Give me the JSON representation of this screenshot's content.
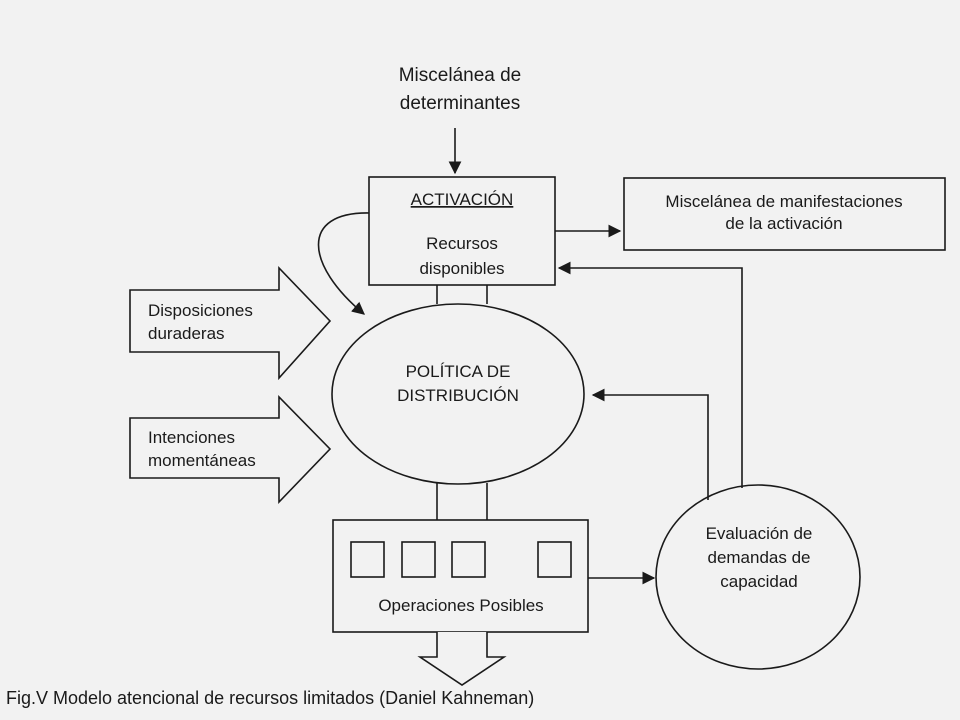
{
  "top_input": {
    "line1": "Miscelánea de",
    "line2": "determinantes"
  },
  "activation_box": {
    "title": "ACTIVACIÓN",
    "line1": "Recursos",
    "line2": "disponibles"
  },
  "manifestations_box": {
    "line1": "Miscelánea de manifestaciones",
    "line2": "de la activación"
  },
  "left_inputs": [
    {
      "line1": "Disposiciones",
      "line2": "duraderas"
    },
    {
      "line1": "Intenciones",
      "line2": "momentáneas"
    }
  ],
  "policy_ellipse": {
    "line1": "POLÍTICA DE",
    "line2": "DISTRIBUCIÓN"
  },
  "operations_box": {
    "label": "Operaciones Posibles"
  },
  "evaluation_circle": {
    "line1": "Evaluación de",
    "line2": "demandas de",
    "line3": "capacidad"
  },
  "caption": "Fig.V Modelo atencional de recursos limitados (Daniel Kahneman)"
}
